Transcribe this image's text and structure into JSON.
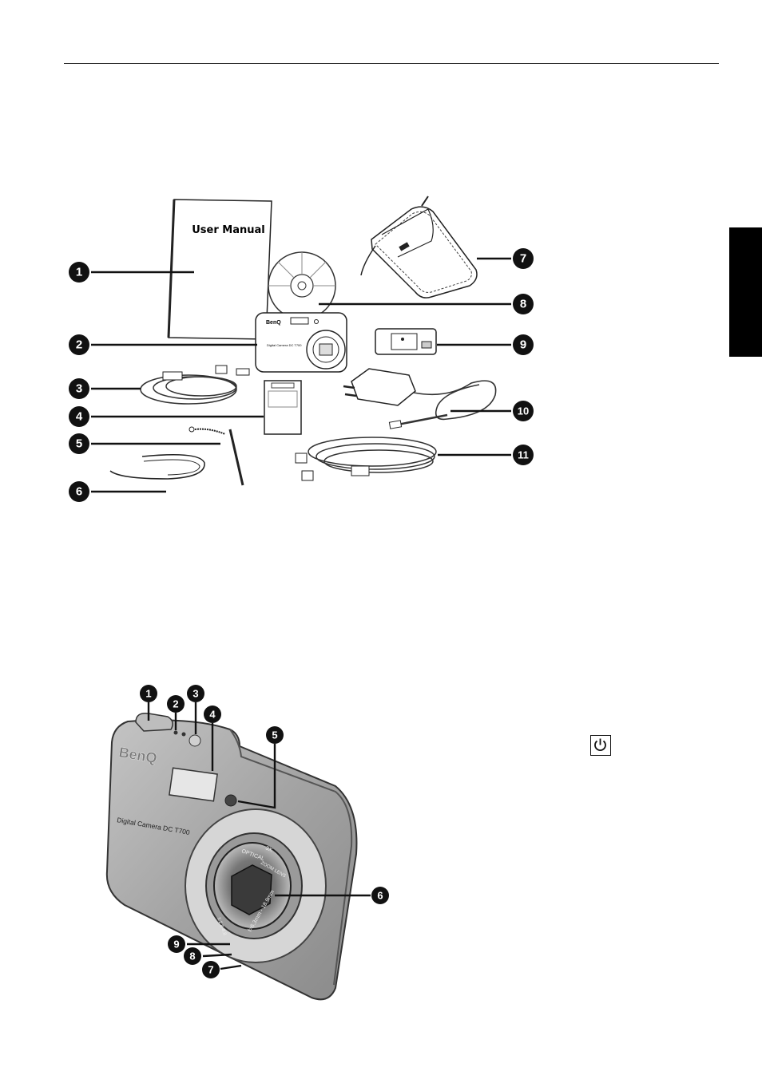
{
  "package_figure": {
    "manual_title": "User Manual",
    "camera_brand": "BenQ",
    "camera_model": "Digital Camera DC T700",
    "callouts": [
      "1",
      "2",
      "3",
      "4",
      "5",
      "6",
      "7",
      "8",
      "9",
      "10",
      "11"
    ]
  },
  "camera_figure": {
    "brand": "BenQ",
    "model": "Digital Camera DC T700",
    "lens_text_1": "OPTICAL",
    "lens_text_2": "3X",
    "lens_text_3": "ZOOM LENS",
    "lens_text_4": "f=6.3mm - 18.9mm",
    "lens_text_5": "1:2.8-4.8",
    "callouts": [
      "1",
      "2",
      "3",
      "4",
      "5",
      "6",
      "7",
      "8",
      "9"
    ]
  },
  "power_icon": "power-icon"
}
